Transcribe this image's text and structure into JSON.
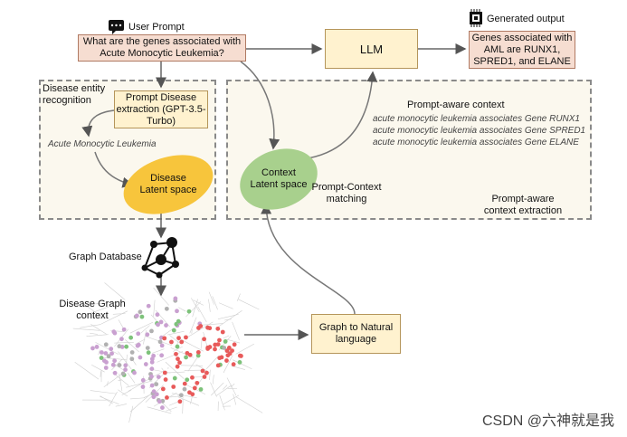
{
  "prompt": {
    "label": "User Prompt",
    "text": "What are the genes associated with Acute Monocytic Leukemia?"
  },
  "llm": {
    "label": "LLM"
  },
  "output": {
    "label": "Generated output",
    "text": "Genes associated with AML are RUNX1, SPRED1, and ELANE"
  },
  "disease_entity": {
    "region_label": "Disease entity recognition",
    "extraction_box": "Prompt Disease extraction (GPT-3.5-Turbo)",
    "entity": "Acute Monocytic Leukemia",
    "latent_space": "Disease Latent space"
  },
  "context_region": {
    "title": "Prompt-aware context",
    "lines": [
      "acute monocytic leukemia associates Gene RUNX1",
      "acute monocytic leukemia associates Gene SPRED1",
      "acute monocytic leukemia associates Gene ELANE"
    ],
    "latent_space": "Context Latent space",
    "matching": "Prompt-Context matching",
    "extraction": "Prompt-aware context extraction"
  },
  "graph": {
    "database_label": "Graph Database",
    "context_label": "Disease Graph context",
    "to_text_box": "Graph to Natural language"
  },
  "colors": {
    "prompt_fill": "#f6ddd1",
    "llm_fill": "#fff2cf",
    "disease_ellipse": "#f7c53c",
    "context_ellipse": "#a8d08d",
    "node_purple": "#c9a0d0",
    "node_red": "#e85a5a",
    "node_gray": "#b0b0b0",
    "node_green": "#7dc27a"
  },
  "watermark": "CSDN @六神就是我"
}
